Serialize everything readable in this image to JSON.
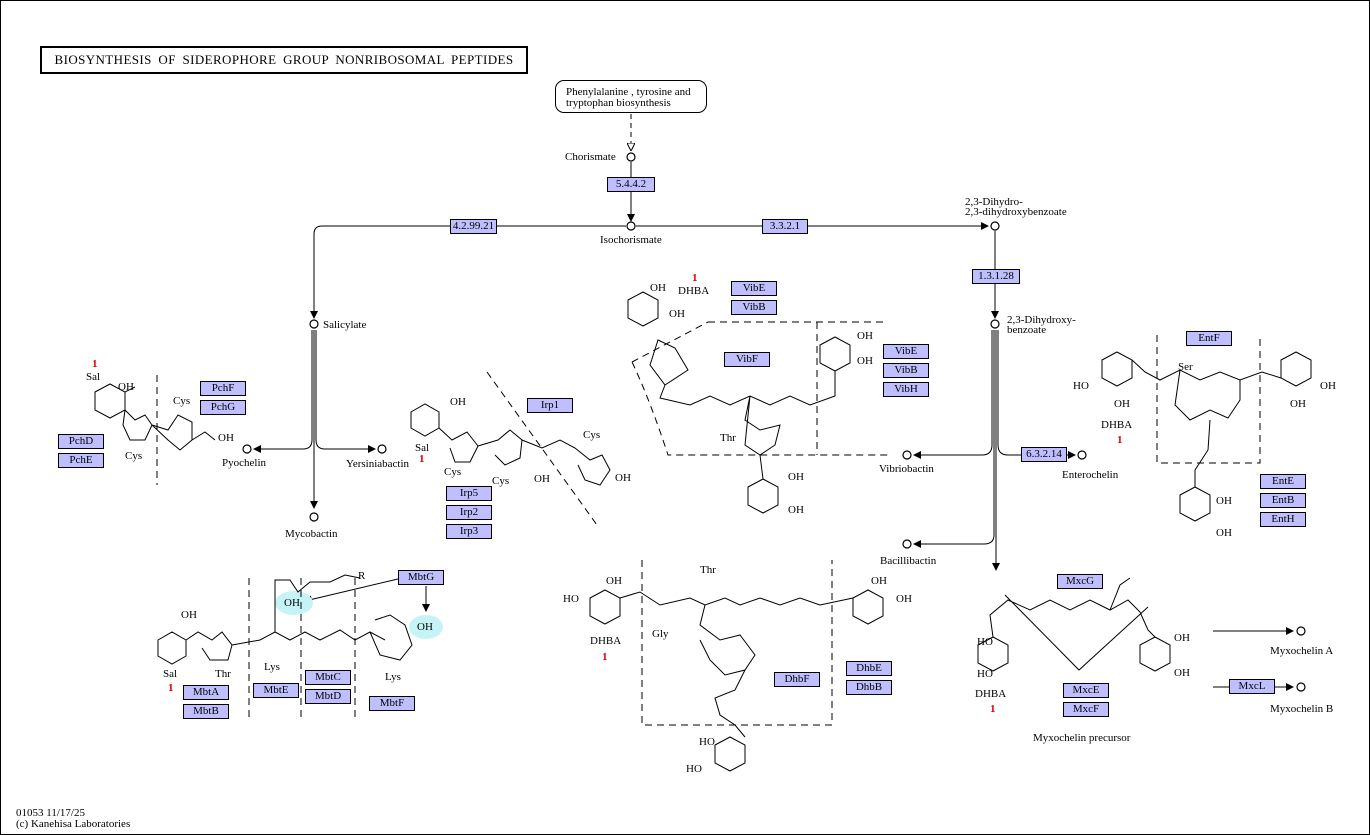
{
  "title": "BIOSYNTHESIS OF SIDEROPHORE GROUP NONRIBOSOMAL PEPTIDES",
  "map_link": "Phenylalanine , tyrosine and tryptophan biosynthesis",
  "compounds": {
    "chorismate": "Chorismate",
    "isochorismate": "Isochorismate",
    "dihydro_dhb_1": "2,3-Dihydro-",
    "dihydro_dhb_2": "2,3-dihydroxybenzoate",
    "dhb_1": "2,3-Dihydroxy-",
    "dhb_2": "benzoate",
    "salicylate": "Salicylate",
    "pyochelin": "Pyochelin",
    "yersiniabactin": "Yersiniabactin",
    "mycobactin": "Mycobactin",
    "vibriobactin": "Vibriobactin",
    "enterochelin": "Enterochelin",
    "bacillibactin": "Bacillibactin",
    "myxochelin_a": "Myxochelin A",
    "myxochelin_b": "Myxochelin B",
    "myxochelin_precursor": "Myxochelin precursor"
  },
  "enzymes": {
    "e5442": "5.4.4.2",
    "e429921": "4.2.99.21",
    "e3321": "3.3.2.1",
    "e13128": "1.3.1.28",
    "e63214": "6.3.2.14",
    "pchF": "PchF",
    "pchG": "PchG",
    "pchD": "PchD",
    "pchE": "PchE",
    "irp1": "Irp1",
    "irp5": "Irp5",
    "irp2": "Irp2",
    "irp3": "Irp3",
    "vibE1": "VibE",
    "vibB1": "VibB",
    "vibF": "VibF",
    "vibE2": "VibE",
    "vibB2": "VibB",
    "vibH": "VibH",
    "entF": "EntF",
    "entE": "EntE",
    "entB": "EntB",
    "entH": "EntH",
    "mbtG": "MbtG",
    "mbtA": "MbtA",
    "mbtB": "MbtB",
    "mbtE": "MbtE",
    "mbtC": "MbtC",
    "mbtD": "MbtD",
    "mbtF": "MbtF",
    "dhbF": "DhbF",
    "dhbE": "DhbE",
    "dhbB": "DhbB",
    "mxcG": "MxcG",
    "mxcE": "MxcE",
    "mxcF": "MxcF",
    "mxcL": "MxcL"
  },
  "structure_labels": {
    "sal": "Sal",
    "cys": "Cys",
    "thr": "Thr",
    "lys": "Lys",
    "gly": "Gly",
    "ser": "Ser",
    "dhba": "DHBA",
    "oh": "OH",
    "ho": "HO",
    "r": "R",
    "marker": "1"
  },
  "footer": {
    "map_id_date": "01053 11/17/25",
    "copyright": "(c) Kanehisa Laboratories"
  },
  "colors": {
    "enzyme_fill": "#bfbfff",
    "marker_red": "#e00000",
    "hydroxyl_highlight": "#c6f3f5"
  }
}
